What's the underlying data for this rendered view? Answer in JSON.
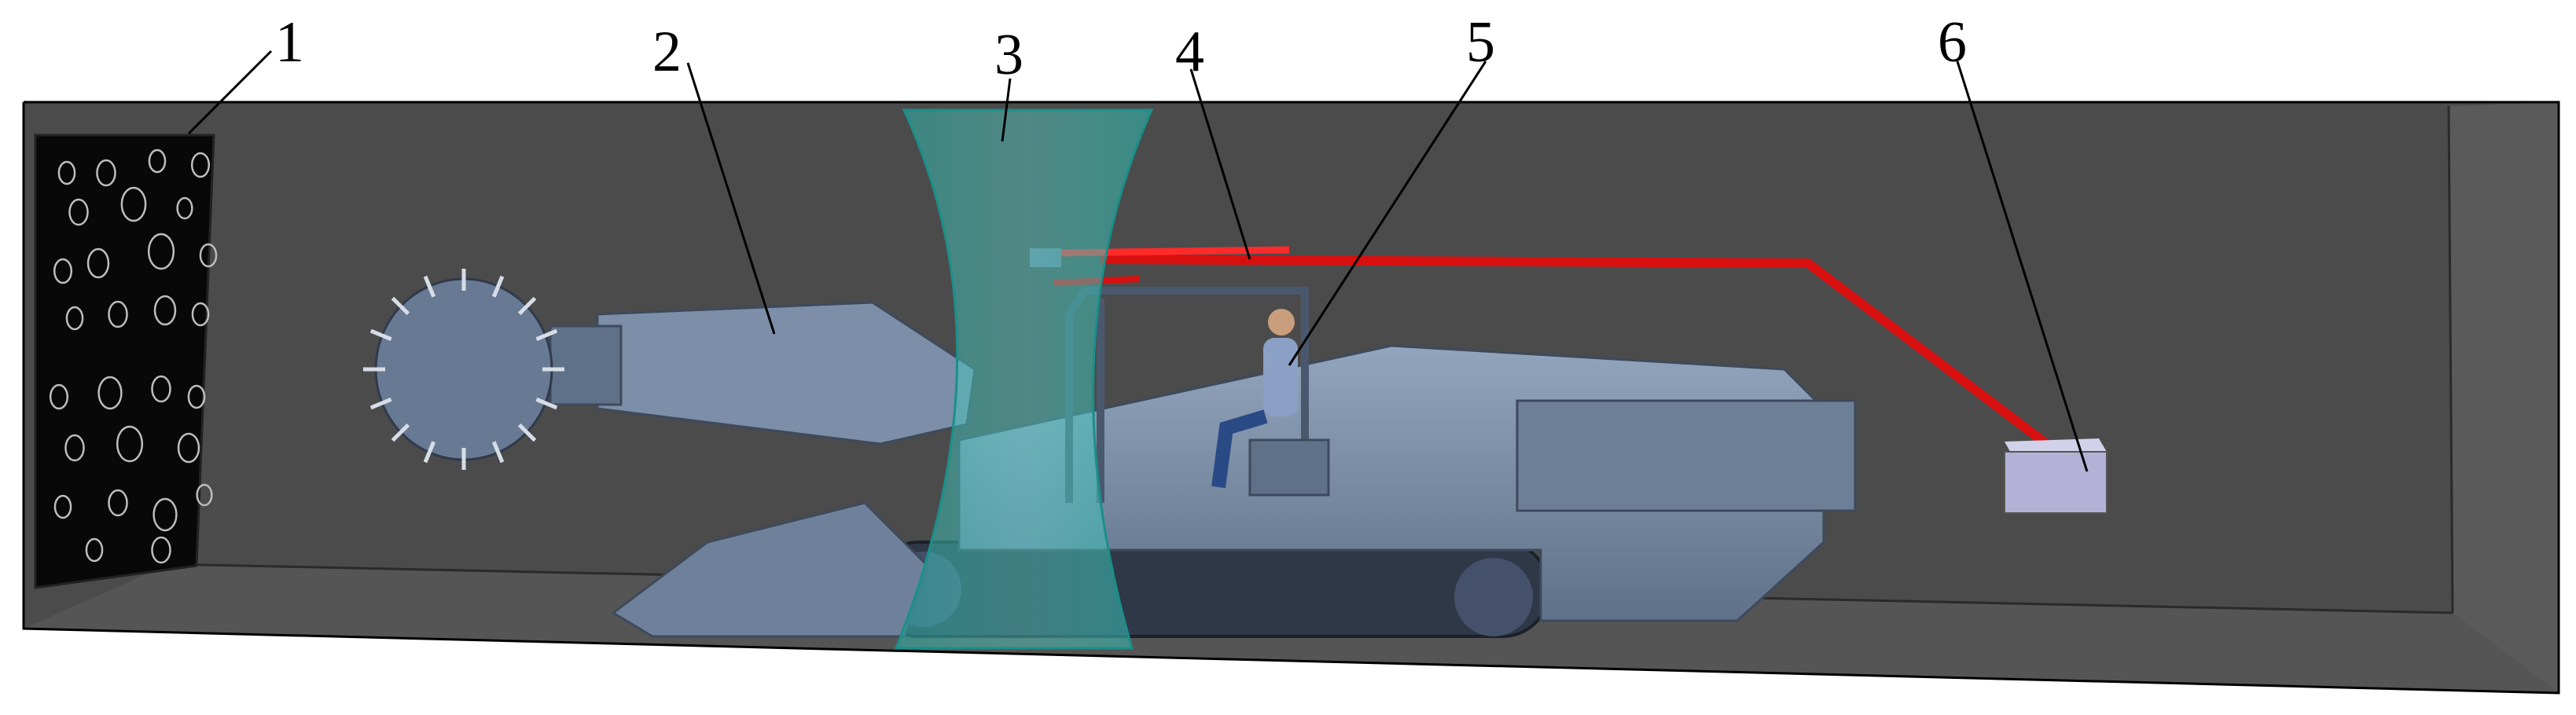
{
  "callouts": [
    {
      "id": "1",
      "label": "1"
    },
    {
      "id": "2",
      "label": "2"
    },
    {
      "id": "3",
      "label": "3"
    },
    {
      "id": "4",
      "label": "4"
    },
    {
      "id": "5",
      "label": "5"
    },
    {
      "id": "6",
      "label": "6"
    }
  ],
  "colors": {
    "tunnel_wall": "#4a4a4a",
    "tunnel_edge": "#1e1e1e",
    "coal_face": "#0a0a0a",
    "machine": "#7d8fa8",
    "machine_dark": "#5a6b84",
    "curtain": "#2fb5ad",
    "pipe": "#e01010",
    "box": "#b3b2d6"
  },
  "icons": [
    "coal-face",
    "roadheader-machine",
    "air-curtain",
    "spray-pipe",
    "operator",
    "control-box"
  ]
}
